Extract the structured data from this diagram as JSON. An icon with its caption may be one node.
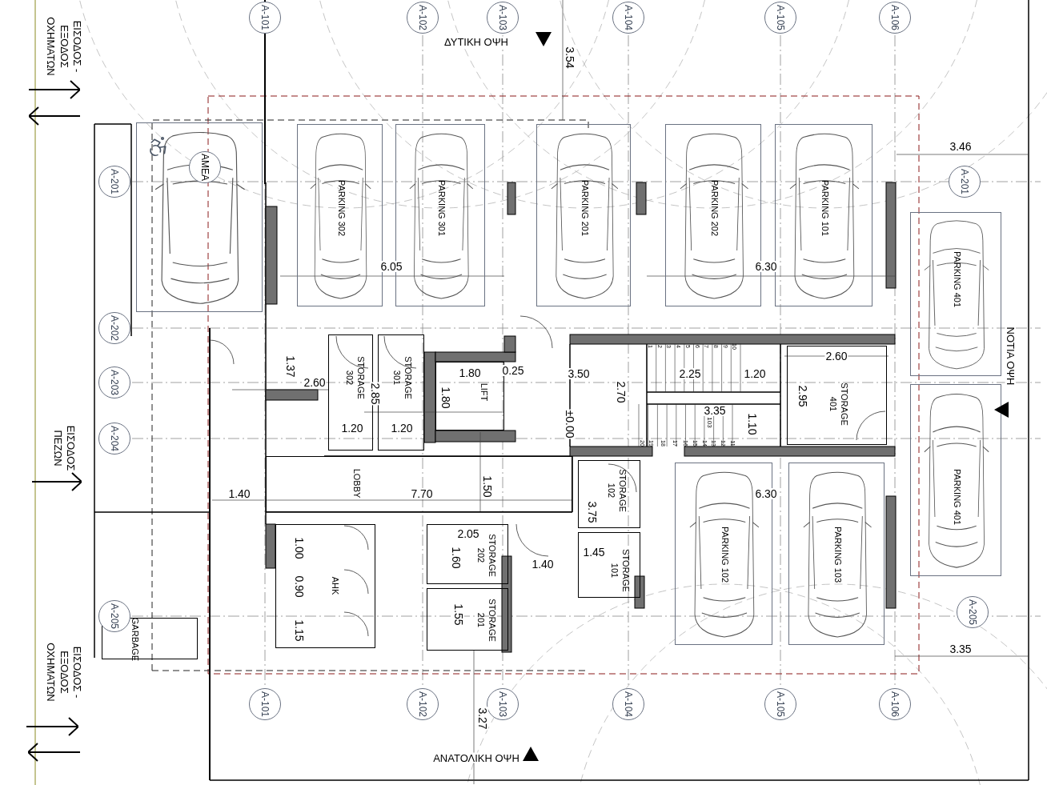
{
  "diagram": {
    "nodes": [
      {
        "text": [
          "ΑΜΕΑ"
        ]
      },
      {
        "text": [
          "PARKING 302"
        ]
      },
      {
        "text": [
          "PARKING 301"
        ]
      },
      {
        "text": [
          "PARKING 201"
        ]
      },
      {
        "text": [
          "PARKING 202"
        ]
      },
      {
        "text": [
          "PARKING 101"
        ]
      },
      {
        "text": [
          "PARKING 401"
        ]
      },
      {
        "text": [
          "STORAGE 302"
        ]
      },
      {
        "text": [
          "STORAGE 301"
        ]
      },
      {
        "text": [
          "LIFT"
        ]
      },
      {
        "text": [
          "STORAGE 401"
        ]
      },
      {
        "text": [
          "LOBBY"
        ]
      },
      {
        "text": [
          "STORAGE 102"
        ]
      },
      {
        "text": [
          "STORAGE 101"
        ]
      },
      {
        "text": [
          "PARKING 102"
        ]
      },
      {
        "text": [
          "PARKING 103"
        ]
      },
      {
        "text": [
          "PARKING 401"
        ]
      },
      {
        "text": [
          "ΑΗΚ"
        ]
      },
      {
        "text": [
          "STORAGE 202"
        ]
      },
      {
        "text": [
          "STORAGE 201"
        ]
      },
      {
        "text": [
          "GARBAGE"
        ]
      }
    ],
    "labels": [
      "ΕΙΣΟΔΟΣ - ΕΞΟΔΟΣ ΟΧΗΜΑΤΩΝ",
      "A-101",
      "A-102",
      "A-103",
      "ΔΥΤΙΚΗ ΟΨΗ",
      "A-104",
      "A-105",
      "A-106",
      "3.54",
      "3.46",
      "A-201",
      "A-201",
      "6.05",
      "6.30",
      "A-202",
      "ΝΟΤΙΑ ΟΨΗ",
      "1",
      "2",
      "3",
      "4",
      "5",
      "6",
      "7",
      "8",
      "9",
      "10",
      "1.37",
      "1.80",
      "0.25",
      "3.50",
      "2.25",
      "1.20",
      "2.60",
      "2.60",
      "A-203",
      "2.85",
      "1.80",
      "2.70",
      "2.95",
      "3.35",
      "1.10",
      "103",
      "±0.00",
      "1.20",
      "1.20",
      "20",
      "19",
      "18",
      "17",
      "16",
      "15",
      "14",
      "13",
      "12",
      "11",
      "A-204",
      "ΕΙΣΟΔΟΣ ΠΕΖΩΝ",
      "1.40",
      "7.70",
      "1.50",
      "6.30",
      "3.75",
      "2.05",
      "1.00",
      "1.60",
      "1.45",
      "1.40",
      "0.90",
      "A-205",
      "1.15",
      "1.55",
      "A-205",
      "3.35",
      "A-101",
      "A-102",
      "A-103",
      "A-104",
      "A-105",
      "A-106",
      "3.27",
      "ΕΙΣΟΔΟΣ - ΕΞΟΔΟΣ ΟΧΗΜΑΤΩΝ",
      "ΑΝΑΤΟΛΙΚΗ ΟΨΗ"
    ]
  }
}
